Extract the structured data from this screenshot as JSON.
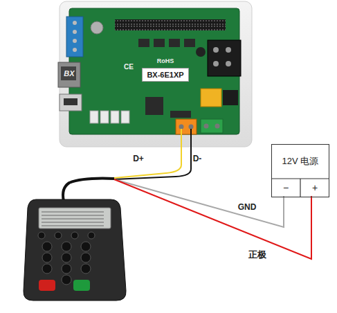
{
  "diagram": {
    "nodes": [
      {
        "text": [
          "BX-6E1XP"
        ]
      },
      {
        "text": [
          "12V 电源"
        ]
      }
    ],
    "labels": [
      "CE",
      "RoHS",
      "BX",
      "D+",
      "D-",
      "GND",
      "正极",
      "−",
      "+"
    ]
  }
}
